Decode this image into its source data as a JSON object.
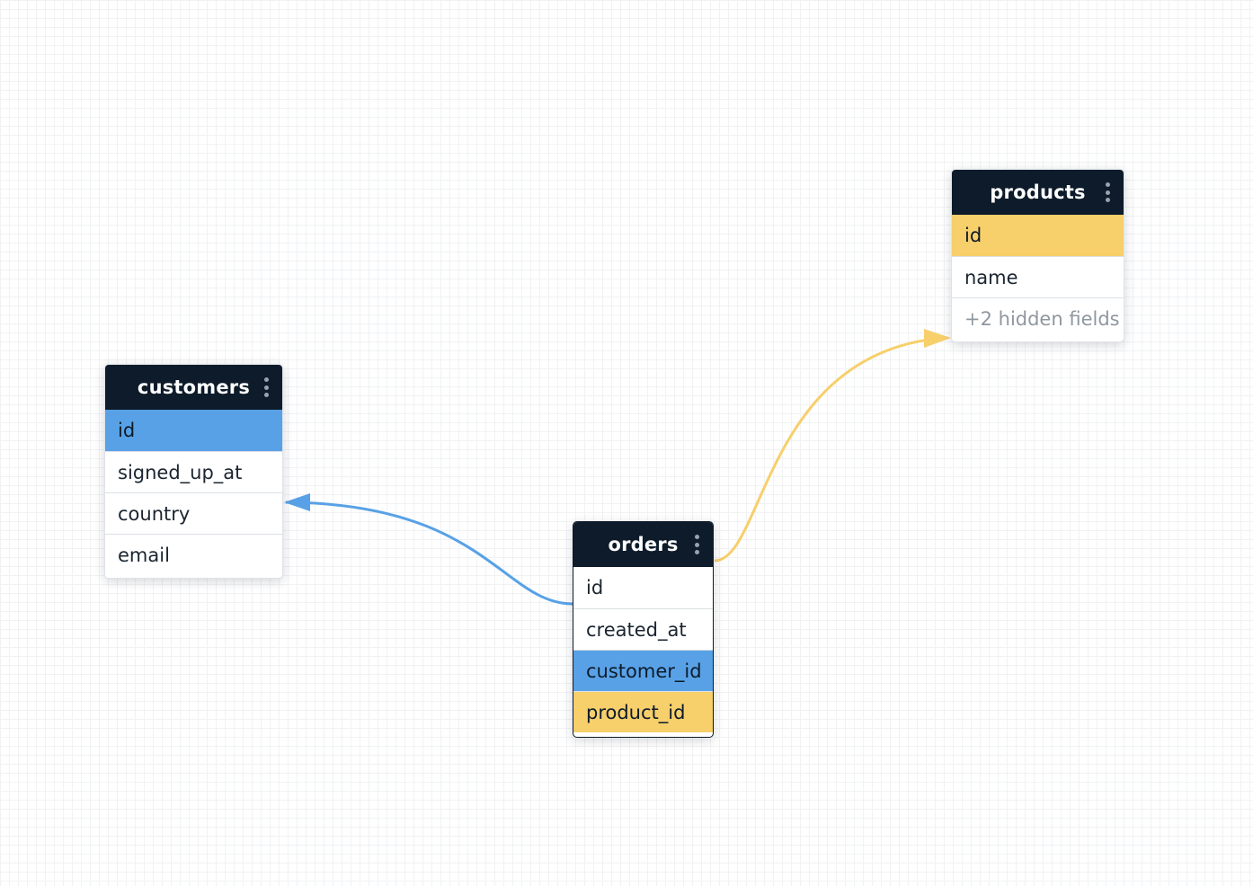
{
  "colors": {
    "header_bg": "#0d1b2a",
    "relation_customer": "#58a1e6",
    "relation_product": "#f7cf6b"
  },
  "tables": {
    "customers": {
      "title": "customers",
      "menu_icon": "vertical-ellipsis-icon",
      "fields": [
        "id",
        "signed_up_at",
        "country",
        "email"
      ]
    },
    "orders": {
      "title": "orders",
      "menu_icon": "vertical-ellipsis-icon",
      "fields": [
        "id",
        "created_at",
        "customer_id",
        "product_id"
      ]
    },
    "products": {
      "title": "products",
      "menu_icon": "vertical-ellipsis-icon",
      "fields": [
        "id",
        "name"
      ],
      "hidden_fields_label": "+2 hidden fields"
    }
  },
  "relations": [
    {
      "from": "orders.customer_id",
      "to": "customers.id",
      "color": "#58a1e6"
    },
    {
      "from": "orders.product_id",
      "to": "products.id",
      "color": "#f7cf6b"
    }
  ]
}
